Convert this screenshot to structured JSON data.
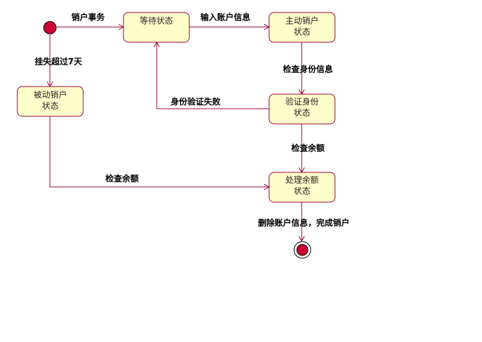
{
  "diagram": {
    "colors": {
      "state_fill": "#ffffcc",
      "border": "#990033",
      "initial_fill": "#cc0033",
      "final_fill": "#cc0033",
      "label_text": "#000000"
    },
    "states": {
      "waiting": {
        "line1": "等待状态",
        "line2": ""
      },
      "active_close": {
        "line1": "主动销户",
        "line2": "状态"
      },
      "passive_close": {
        "line1": "被动销户",
        "line2": "状态"
      },
      "verify": {
        "line1": "验证身份",
        "line2": "状态"
      },
      "balance": {
        "line1": "处理余额",
        "line2": "状态"
      }
    },
    "transitions": {
      "start_to_waiting": "销户事务",
      "waiting_to_active": "输入账户信息",
      "start_to_passive": "挂失超过7天",
      "active_to_verify": "检查身份信息",
      "verify_to_waiting": "身份验证失败",
      "verify_to_balance": "检查余额",
      "passive_to_balance": "检查余额",
      "balance_to_final": "删除账户信息，完成销户"
    }
  }
}
